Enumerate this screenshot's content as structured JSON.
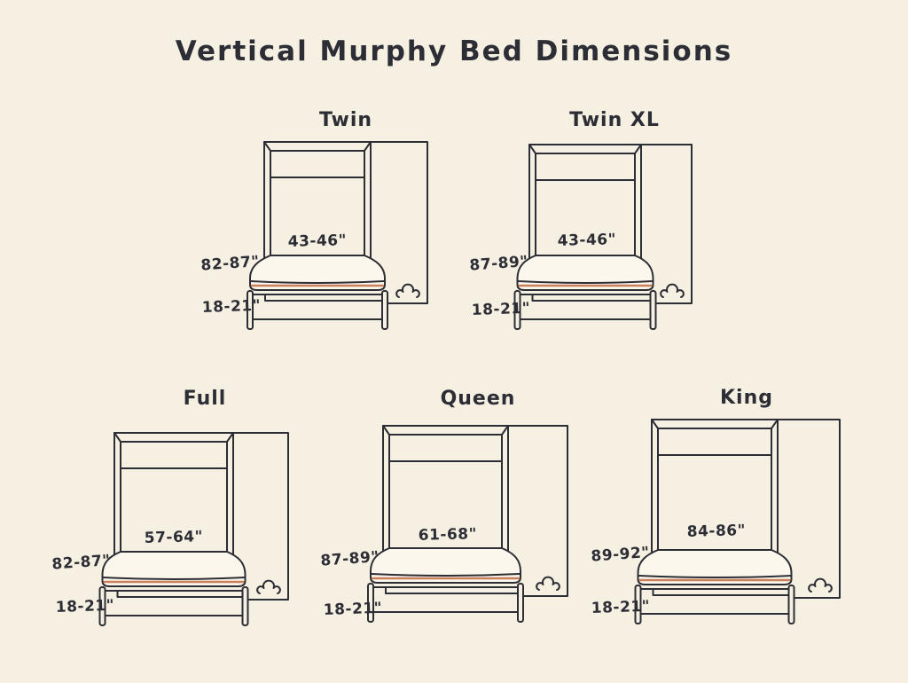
{
  "title": "Vertical Murphy Bed Dimensions",
  "colors": {
    "background": "#f5f0e2",
    "line": "#2d2d36",
    "text": "#2d2d36",
    "mattress_fill": "#fbf7ec",
    "accent_orange": "#c9805b"
  },
  "icons": {
    "corner_flourish": "decorative-curl-icon"
  },
  "beds": [
    {
      "id": "twin",
      "name": "Twin",
      "width": "43-46\"",
      "height": "82-87\"",
      "depth": "18-21\""
    },
    {
      "id": "twin-xl",
      "name": "Twin XL",
      "width": "43-46\"",
      "height": "87-89\"",
      "depth": "18-21\""
    },
    {
      "id": "full",
      "name": "Full",
      "width": "57-64\"",
      "height": "82-87\"",
      "depth": "18-21\""
    },
    {
      "id": "queen",
      "name": "Queen",
      "width": "61-68\"",
      "height": "87-89\"",
      "depth": "18-21\""
    },
    {
      "id": "king",
      "name": "King",
      "width": "84-86\"",
      "height": "89-92\"",
      "depth": "18-21\""
    }
  ]
}
